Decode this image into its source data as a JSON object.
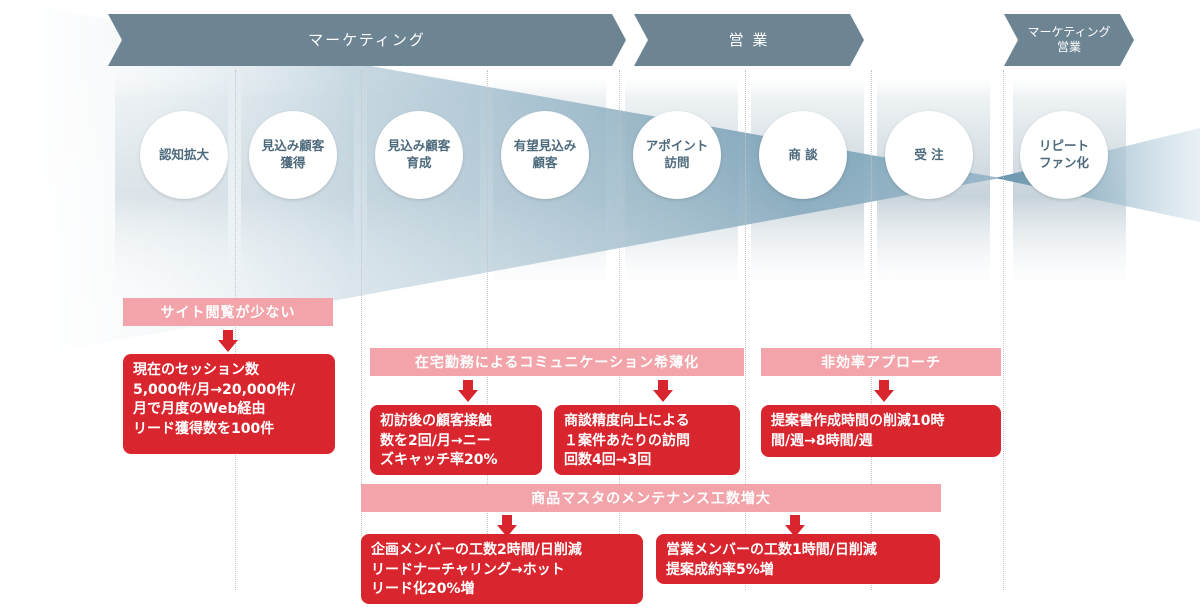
{
  "headers": {
    "marketing": "マーケティング",
    "sales": "営 業",
    "both": "マーケティング\n営業"
  },
  "stages": [
    "認知拡大",
    "見込み顧客\n獲得",
    "見込み顧客\n育成",
    "有望見込み\n顧客",
    "アポイント\n訪問",
    "商 談",
    "受 注",
    "リピート\nファン化"
  ],
  "issues": {
    "site": "サイト閲覧が少ない",
    "remote": "在宅勤務によるコミュニケーション希薄化",
    "inefficient": "非効率アプローチ",
    "master": "商品マスタのメンテナンス工数増大"
  },
  "results": {
    "sessions": "現在のセッション数\n5,000件/月→20,000件/\n月で月度のWeb経由\nリード獲得数を100件",
    "contact": "初訪後の顧客接触\n数を2回/月→ニー\nズキャッチ率20%",
    "visits": "商談精度向上による\n１案件あたりの訪問\n回数4回→3回",
    "proposal": "提案書作成時間の削減10時\n間/週→8時間/週",
    "planning": "企画メンバーの工数2時間/日削減\nリードナーチャリング→ホット\nリード化20%増",
    "sales_team": "営業メンバーの工数1時間/日削減\n提案成約率5%増"
  },
  "colors": {
    "header": "#6d8593",
    "issue": "#f2a4aa",
    "result": "#d9262e",
    "funnel": "#5b8ba6"
  }
}
